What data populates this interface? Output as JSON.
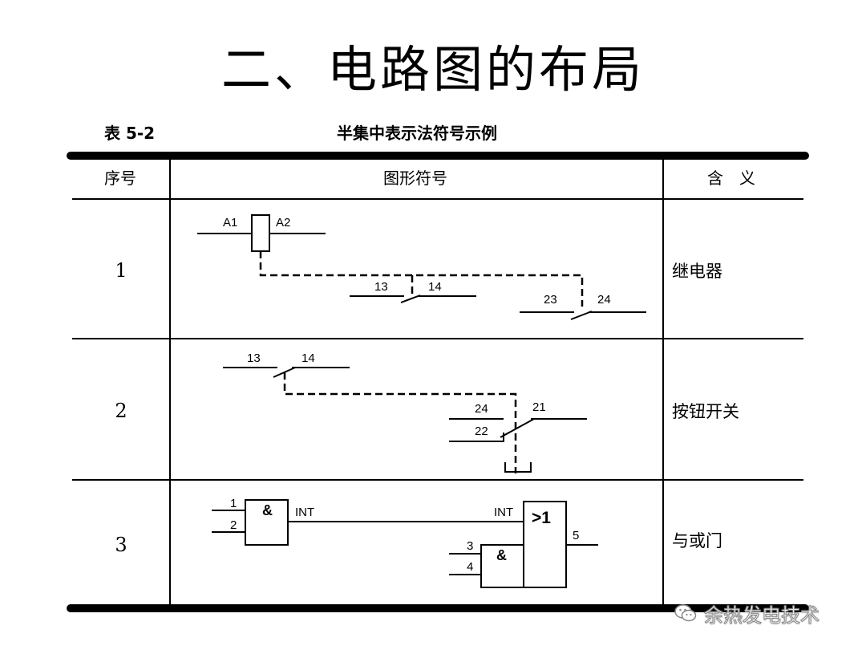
{
  "page": {
    "title": "二、电路图的布局"
  },
  "table": {
    "number": "表 5-2",
    "caption": "半集中表示法符号示例",
    "headers": {
      "index": "序号",
      "symbol": "图形符号",
      "meaning": "含　义"
    },
    "rows": [
      {
        "index": "1",
        "meaning": "继电器",
        "labels": {
          "a1": "A1",
          "a2": "A2",
          "c13": "13",
          "c14": "14",
          "c23": "23",
          "c24": "24"
        }
      },
      {
        "index": "2",
        "meaning": "按钮开关",
        "labels": {
          "c13": "13",
          "c14": "14",
          "c24": "24",
          "c21": "21",
          "c22": "22"
        }
      },
      {
        "index": "3",
        "meaning": "与或门",
        "labels": {
          "in1": "1",
          "in2": "2",
          "and_top": "&",
          "int_out": "INT",
          "int_in": "INT",
          "or_gate": ">1",
          "out5": "5",
          "in3": "3",
          "in4": "4",
          "and_bottom": "&"
        }
      }
    ]
  },
  "watermark": {
    "text": "余热发电技术",
    "icon": "wechat-icon"
  }
}
